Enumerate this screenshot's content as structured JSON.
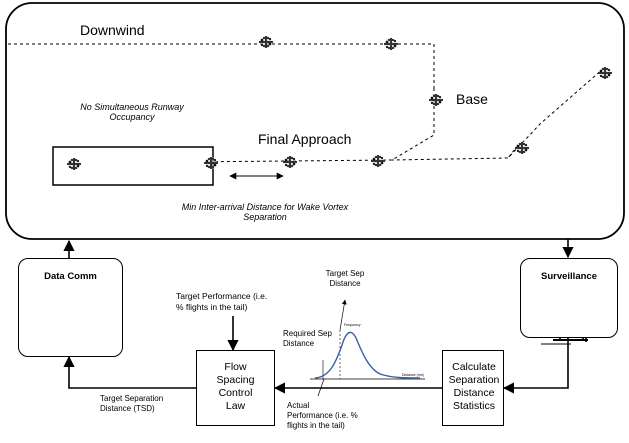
{
  "airspace": {
    "downwind_label": "Downwind",
    "base_label": "Base",
    "final_approach_label": "Final Approach",
    "runway_note": "No Simultaneous Runway Occupancy",
    "wake_note": "Min Inter-arrival Distance for Wake Vortex Separation"
  },
  "blocks": {
    "data_comm": "Data Comm",
    "surveillance": "Surveillance",
    "flow_control": [
      "Flow",
      "Spacing",
      "Control",
      "Law"
    ],
    "calc_stats": [
      "Calculate",
      "Separation",
      "Distance",
      "Statistics"
    ]
  },
  "annotations": {
    "target_performance": [
      "Target Performance (i.e.",
      "% flights in the tail)"
    ],
    "target_sep_distance": [
      "Target Sep",
      "Distance"
    ],
    "required_sep_distance": [
      "Required Sep",
      "Distance"
    ],
    "actual_performance": [
      "Actual",
      "Performance (i.e. %",
      "flights in the tail)"
    ],
    "tsd": [
      "Target Separation",
      "Distance (TSD)"
    ],
    "curve_peak_label": "Frequency",
    "curve_x_label": "Distance (nm)"
  },
  "colors": {
    "curve": "#3a5ea8",
    "line": "#000000",
    "aircraft": "#555555"
  },
  "icons": [
    "aircraft-icon",
    "radio-tower-icon",
    "radar-dish-icon"
  ]
}
